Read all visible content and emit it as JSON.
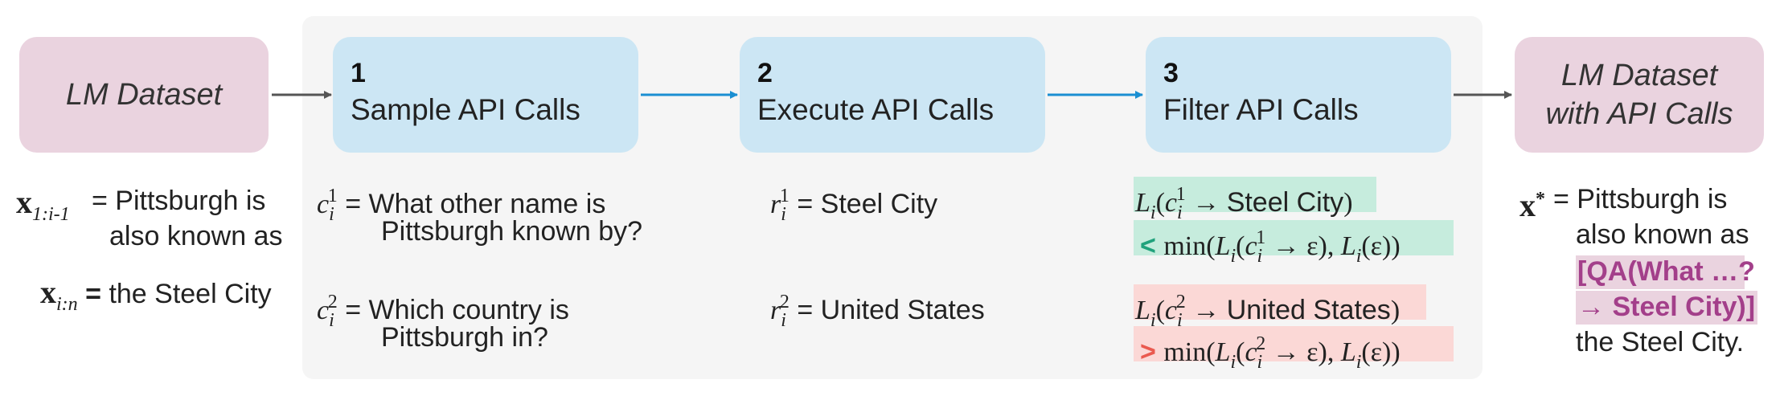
{
  "input_dataset": {
    "label": "LM Dataset"
  },
  "output_dataset": {
    "line1": "LM Dataset",
    "line2": "with API Calls"
  },
  "steps": [
    {
      "num": "1",
      "label": "Sample API Calls"
    },
    {
      "num": "2",
      "label": "Execute API Calls"
    },
    {
      "num": "3",
      "label": "Filter API Calls"
    }
  ],
  "input_text": {
    "x1_sub": "1:i-1",
    "x1_line1": "= Pittsburgh is",
    "x1_line2": "also known as",
    "x2_sub": "i:n",
    "x2_eq": "=",
    "x2_text": "the Steel City"
  },
  "calls": [
    {
      "line1": "= What other name is",
      "line2": "Pittsburgh known by?"
    },
    {
      "line1": "= Which country is",
      "line2": "Pittsburgh in?"
    }
  ],
  "responses": [
    {
      "text": "= Steel City"
    },
    {
      "text": "= United States"
    }
  ],
  "filter": [
    {
      "response": "Steel City",
      "op": "<"
    },
    {
      "response": "United States",
      "op": ">"
    }
  ],
  "output_text": {
    "line1": "= Pittsburgh is",
    "line2": "also known as",
    "api_line1": "[QA(What …?",
    "api_line2": "→ Steel City)]",
    "line4": "the Steel City."
  },
  "colors": {
    "dataset_fill": "#ead3df",
    "step_fill": "#cce6f4",
    "panel_fill": "#f5f5f5",
    "blue_arrow": "#1b8fd2",
    "gray_arrow": "#555555",
    "green_highlight": "#c6ecdd",
    "red_highlight": "#fbd8d6",
    "api_text": "#a33f8a"
  }
}
